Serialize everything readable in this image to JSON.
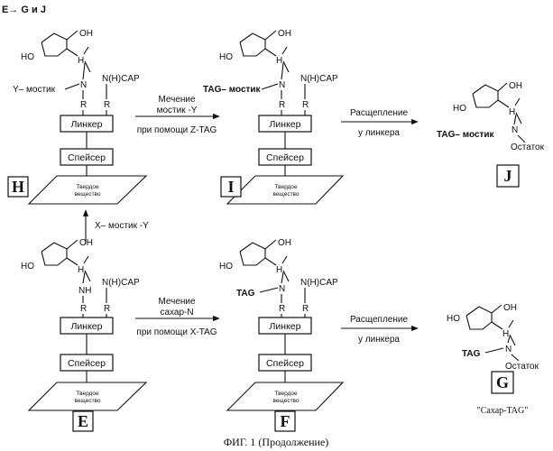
{
  "header": "E→ G и J",
  "caption": "ФИГ. 1 (Продолжение)",
  "common": {
    "linker": "Линкер",
    "spacer": "Спейсер",
    "solid_line1": "Твердое",
    "solid_line2": "вещество",
    "oh": "OH",
    "ho": "HO",
    "h": "H",
    "n": "N",
    "nh": "NH",
    "r": "R",
    "nhcap": "N(H)CAP",
    "tag": "TAG",
    "residue": "Остаток"
  },
  "panels": {
    "H": {
      "label": "H",
      "bridge": "Y– мостик"
    },
    "I": {
      "label": "I",
      "bridge": "TAG– мостик"
    },
    "J": {
      "label": "J",
      "bridge": "TAG– мостик"
    },
    "E": {
      "label": "E"
    },
    "F": {
      "label": "F"
    },
    "G": {
      "label": "G",
      "note": "\"Сахар-TAG\""
    }
  },
  "arrows": {
    "H_to_I": {
      "top": "Мечение",
      "middle": "мостик -Y",
      "bottom": "при помощи Z-TAG"
    },
    "I_to_J": {
      "top": "Расщепление",
      "bottom": "у линкера"
    },
    "E_to_H": {
      "text": "X– мостик -Y"
    },
    "E_to_F": {
      "top": "Мечение",
      "middle": "сахар-N",
      "bottom": "при помощи X-TAG"
    },
    "F_to_G": {
      "top": "Расщепление",
      "bottom": "у линкера"
    }
  }
}
